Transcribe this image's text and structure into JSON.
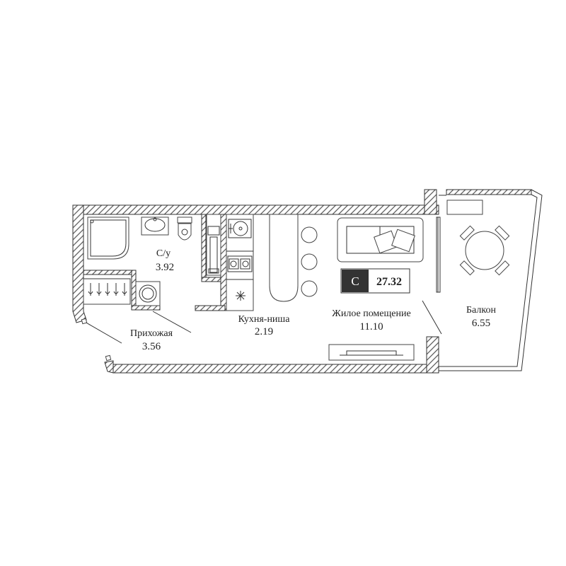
{
  "plan_type": "C",
  "total_area": "27.32",
  "rooms": {
    "bathroom": {
      "name": "С/у",
      "area": "3.92"
    },
    "hallway": {
      "name": "Прихожая",
      "area": "3.56"
    },
    "kitchen": {
      "name": "Кухня-ниша",
      "area": "2.19"
    },
    "living": {
      "name": "Жилое помещение",
      "area": "11.10"
    },
    "balcony": {
      "name": "Балкон",
      "area": "6.55"
    }
  },
  "colors": {
    "wall": "#8a8a8a",
    "badge_dark": "#333333",
    "line": "#333333"
  }
}
